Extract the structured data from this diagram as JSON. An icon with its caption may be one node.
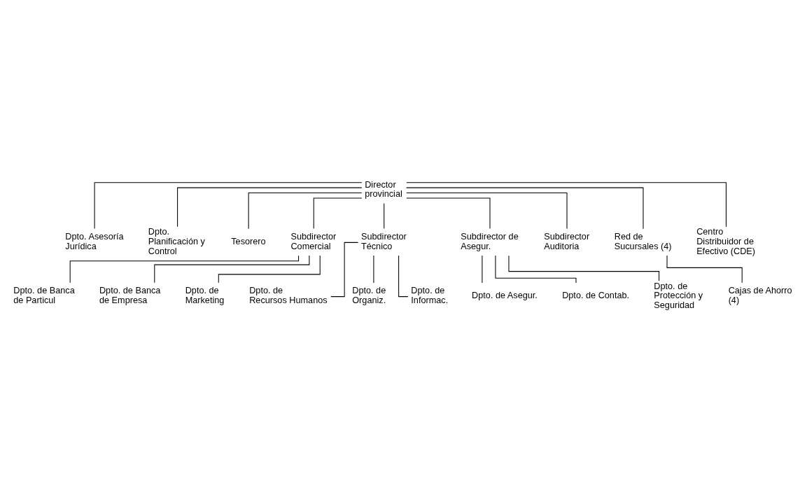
{
  "diagram": {
    "nodes": [
      {
        "text": [
          "Director provincial"
        ]
      },
      {
        "text": [
          "Dpto. Asesoría Jurídica"
        ]
      },
      {
        "text": [
          "Dpto. Planificación y Control"
        ]
      },
      {
        "text": [
          "Tesorero"
        ]
      },
      {
        "text": [
          "Subdirector Comercial"
        ]
      },
      {
        "text": [
          "Subdirector Técnico"
        ]
      },
      {
        "text": [
          "Subdirector de Asegur."
        ]
      },
      {
        "text": [
          "Subdirector Auditoria"
        ]
      },
      {
        "text": [
          "Dpto. de Banca de Particul"
        ]
      },
      {
        "text": [
          "Dpto. de Banca de Empresa"
        ]
      },
      {
        "text": [
          "Dpto. de Marketing"
        ]
      },
      {
        "text": [
          "Dpto. de Recursos Humanos"
        ]
      },
      {
        "text": [
          "Dpto. de Organiz."
        ]
      },
      {
        "text": [
          "Dpto. de Informac."
        ]
      },
      {
        "text": [
          "Dpto. de Asegur."
        ]
      },
      {
        "text": [
          "Dpto. de Contab."
        ]
      },
      {
        "text": [
          "Dpto. de Protección y Seguridad"
        ]
      },
      {
        "text": [
          "Red de Sucursales (4)"
        ]
      },
      {
        "text": [
          "Cajas de Ahorro (4)"
        ]
      },
      {
        "text": [
          "Centro Distribuidor de Efectivo (CDE)"
        ]
      }
    ],
    "edges": [
      {
        "from": 0,
        "to": 1,
        "arrow": "none"
      },
      {
        "from": 0,
        "to": 2,
        "arrow": "none"
      },
      {
        "from": 0,
        "to": 3,
        "arrow": "none"
      },
      {
        "from": 0,
        "to": 4,
        "arrow": "none"
      },
      {
        "from": 0,
        "to": 17,
        "arrow": "none"
      },
      {
        "from": 0,
        "to": 5,
        "arrow": "none"
      },
      {
        "from": 0,
        "to": 19,
        "arrow": "none"
      },
      {
        "from": 0,
        "to": 6,
        "arrow": "none"
      },
      {
        "from": 0,
        "to": 7,
        "arrow": "none"
      },
      {
        "from": 4,
        "to": 8,
        "arrow": "none"
      },
      {
        "from": 4,
        "to": 9,
        "arrow": "none"
      },
      {
        "from": 4,
        "to": 10,
        "arrow": "none"
      },
      {
        "from": 5,
        "to": 11,
        "arrow": "none"
      },
      {
        "from": 5,
        "to": 12,
        "arrow": "none"
      },
      {
        "from": 5,
        "to": 13,
        "arrow": "none"
      },
      {
        "from": 6,
        "to": 14,
        "arrow": "none"
      },
      {
        "from": 6,
        "to": 15,
        "arrow": "none"
      },
      {
        "from": 6,
        "to": 16,
        "arrow": "none"
      },
      {
        "from": 17,
        "to": 18,
        "arrow": "none"
      }
    ]
  }
}
